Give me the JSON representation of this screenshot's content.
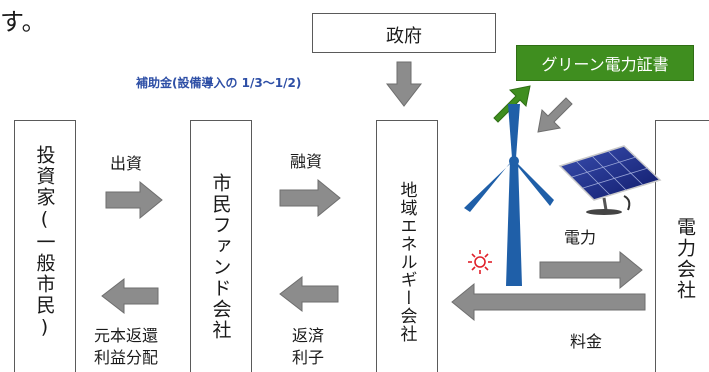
{
  "top_text": "す。",
  "government": "政府",
  "green_certificate": "グリーン電力証書",
  "subsidy": "補助金(設備導入の 1/3〜1/2)",
  "entities": {
    "investor": "投資家(一般市民)",
    "citizen_fund": "市民ファンド会社",
    "local_energy": "地域エネルギー会社",
    "power_company": "電力会社"
  },
  "flows": {
    "investment": "出資",
    "loan": "融資",
    "electricity": "電力",
    "repay_principal": "元本返還",
    "profit_distribution": "利益分配",
    "repayment": "返済",
    "interest": "利子",
    "fee": "料金"
  },
  "colors": {
    "arrow_gray": "#8c8c8c",
    "green": "#3f8e1f",
    "blue": "#2e4fa6",
    "turbine_blue": "#1f5fa8",
    "sun_red": "#e0202a"
  }
}
